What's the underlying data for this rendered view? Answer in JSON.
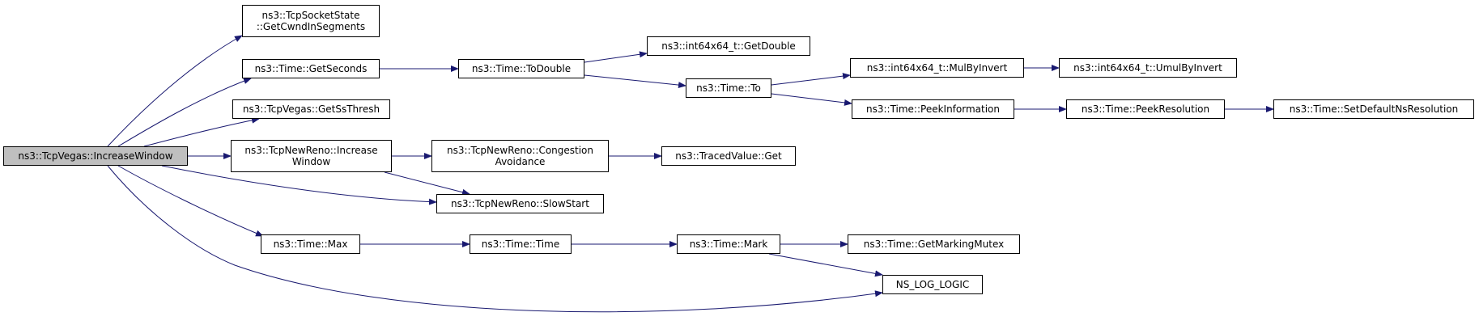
{
  "colors": {
    "edge": "#191970",
    "root_fill": "#bfbfbf",
    "node_fill": "#ffffff",
    "border": "#000000"
  },
  "nodes": {
    "increase_window": {
      "lines": [
        "ns3::TcpVegas::IncreaseWindow"
      ]
    },
    "get_cwnd_in_segments": {
      "lines": [
        "ns3::TcpSocketState",
        "::GetCwndInSegments"
      ]
    },
    "get_seconds": {
      "lines": [
        "ns3::Time::GetSeconds"
      ]
    },
    "get_ss_thresh": {
      "lines": [
        "ns3::TcpVegas::GetSsThresh"
      ]
    },
    "newreno_increase_window": {
      "lines": [
        "ns3::TcpNewReno::Increase",
        "Window"
      ]
    },
    "time_max": {
      "lines": [
        "ns3::Time::Max"
      ]
    },
    "to_double": {
      "lines": [
        "ns3::Time::ToDouble"
      ]
    },
    "congestion_avoidance": {
      "lines": [
        "ns3::TcpNewReno::Congestion",
        "Avoidance"
      ]
    },
    "slow_start": {
      "lines": [
        "ns3::TcpNewReno::SlowStart"
      ]
    },
    "time_time": {
      "lines": [
        "ns3::Time::Time"
      ]
    },
    "get_double": {
      "lines": [
        "ns3::int64x64_t::GetDouble"
      ]
    },
    "time_to": {
      "lines": [
        "ns3::Time::To"
      ]
    },
    "traced_value_get": {
      "lines": [
        "ns3::TracedValue::Get"
      ]
    },
    "time_mark": {
      "lines": [
        "ns3::Time::Mark"
      ]
    },
    "mul_by_invert": {
      "lines": [
        "ns3::int64x64_t::MulByInvert"
      ]
    },
    "peek_information": {
      "lines": [
        "ns3::Time::PeekInformation"
      ]
    },
    "get_marking_mutex": {
      "lines": [
        "ns3::Time::GetMarkingMutex"
      ]
    },
    "ns_log_logic": {
      "lines": [
        "NS_LOG_LOGIC"
      ]
    },
    "umul_by_invert": {
      "lines": [
        "ns3::int64x64_t::UmulByInvert"
      ]
    },
    "peek_resolution": {
      "lines": [
        "ns3::Time::PeekResolution"
      ]
    },
    "set_default_ns_resolution": {
      "lines": [
        "ns3::Time::SetDefaultNsResolution"
      ]
    }
  },
  "edges": [
    [
      "increase_window",
      "get_cwnd_in_segments"
    ],
    [
      "increase_window",
      "get_seconds"
    ],
    [
      "increase_window",
      "get_ss_thresh"
    ],
    [
      "increase_window",
      "newreno_increase_window"
    ],
    [
      "increase_window",
      "slow_start"
    ],
    [
      "increase_window",
      "time_max"
    ],
    [
      "increase_window",
      "ns_log_logic"
    ],
    [
      "get_seconds",
      "to_double"
    ],
    [
      "to_double",
      "get_double"
    ],
    [
      "to_double",
      "time_to"
    ],
    [
      "time_to",
      "mul_by_invert"
    ],
    [
      "time_to",
      "peek_information"
    ],
    [
      "mul_by_invert",
      "umul_by_invert"
    ],
    [
      "peek_information",
      "peek_resolution"
    ],
    [
      "peek_resolution",
      "set_default_ns_resolution"
    ],
    [
      "newreno_increase_window",
      "congestion_avoidance"
    ],
    [
      "newreno_increase_window",
      "slow_start"
    ],
    [
      "congestion_avoidance",
      "traced_value_get"
    ],
    [
      "time_max",
      "time_time"
    ],
    [
      "time_time",
      "time_mark"
    ],
    [
      "time_mark",
      "get_marking_mutex"
    ],
    [
      "time_mark",
      "ns_log_logic"
    ]
  ]
}
